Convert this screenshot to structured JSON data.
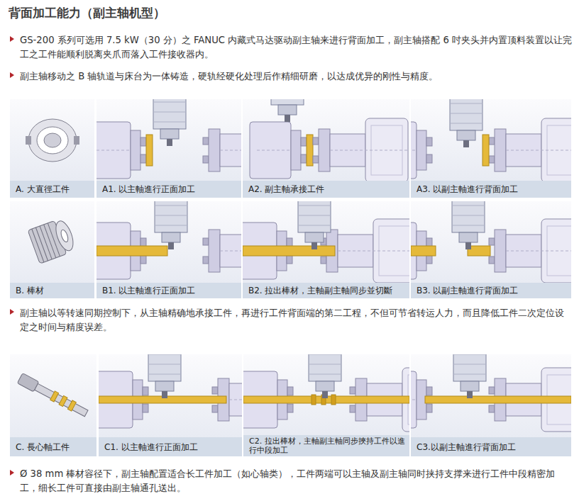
{
  "diagram": {
    "title": "背面加工能力（副主轴机型）",
    "nodes": [
      {
        "text": [
          "A. 大直徑工件"
        ]
      },
      {
        "text": [
          "A1. 以主軸進行正面加工"
        ]
      },
      {
        "text": [
          "A2. 副主軸承接工件"
        ]
      },
      {
        "text": [
          "A3. 以副主軸進行背面加工"
        ]
      },
      {
        "text": [
          "B. 棒材"
        ]
      },
      {
        "text": [
          "B1. 以主軸進行正面加工"
        ]
      },
      {
        "text": [
          "B2. 拉出棒材，主軸副主軸同步並切斷"
        ]
      },
      {
        "text": [
          "B3. 以副主軸進行背面加工"
        ]
      },
      {
        "text": [
          "C. 長心軸工件"
        ]
      },
      {
        "text": [
          "C1. 以主軸進行正面加工"
        ]
      },
      {
        "text": [
          "C2. 拉出棒材，主軸副主軸同步挾持工件以進行中段加工"
        ]
      },
      {
        "text": [
          "C3.以副主軸進行背面加工"
        ]
      }
    ],
    "labels": [
      "GS-200 系列可选用 7.5 kW（30 分）之 FANUC 内藏式马达驱动副主轴来进行背面加工，副主轴搭配 6 吋夹头并内置顶料装置以让完工之工件能顺利脱离夹爪而落入工件接收器内。",
      "副主轴移动之 B 轴轨道与床台为一体铸造，硬轨经硬化处理后作精细研磨，以达成优异的刚性与精度。",
      "副主轴以等转速同期控制下，从主轴精确地承接工件，再进行工件背面端的第二工程，不但可节省转运人力，而且降低工件二次定位设定之时间与精度误差。",
      "Ø 38 mm 棒材容径下，副主轴配置适合长工件加工（如心轴类），工件两端可以主轴及副主轴同时挟持支撑来进行工件中段精密加工，细长工件可直接由副主轴通孔送出。"
    ]
  }
}
